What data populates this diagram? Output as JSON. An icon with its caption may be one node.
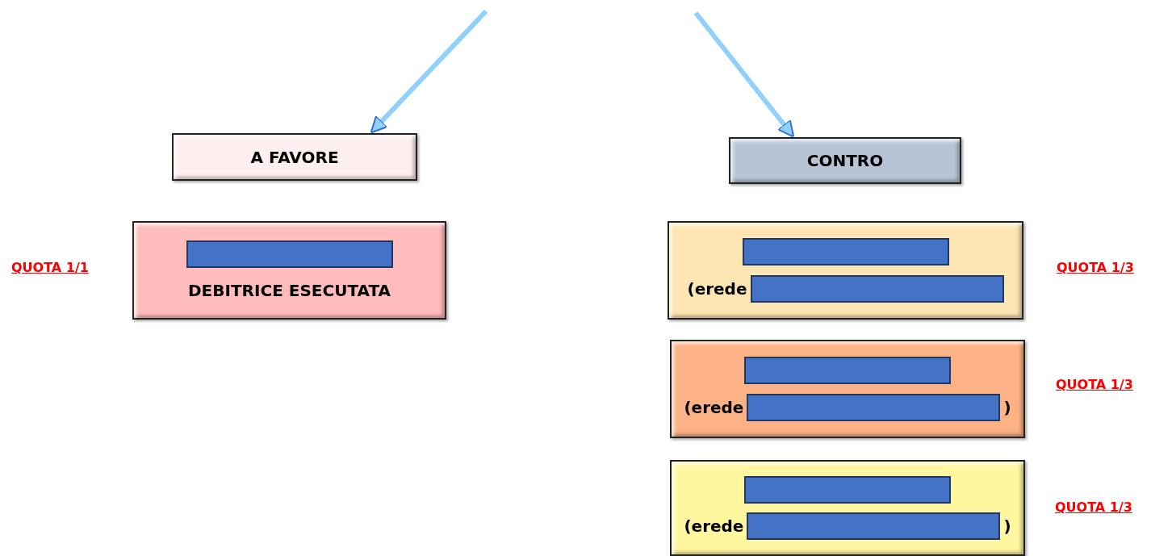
{
  "diagram": {
    "nodes": [
      {
        "text": [
          "A FAVORE"
        ]
      },
      {
        "text": [
          "CONTRO"
        ]
      },
      {
        "text": [
          "DEBITRICE ESECUTATA"
        ],
        "beside": [
          "QUOTA 1/1"
        ]
      },
      {
        "text": [
          "(erede"
        ],
        "beside": [
          "QUOTA 1/3"
        ]
      },
      {
        "text": [
          "(erede",
          ")"
        ],
        "beside": [
          "QUOTA 1/3"
        ]
      },
      {
        "text": [
          "(erede",
          ")"
        ],
        "beside": [
          "QUOTA 1/3"
        ]
      }
    ],
    "edges": [
      {
        "from": null,
        "to": 0,
        "arrow": "to"
      },
      {
        "from": null,
        "to": 1,
        "arrow": "to"
      }
    ]
  }
}
